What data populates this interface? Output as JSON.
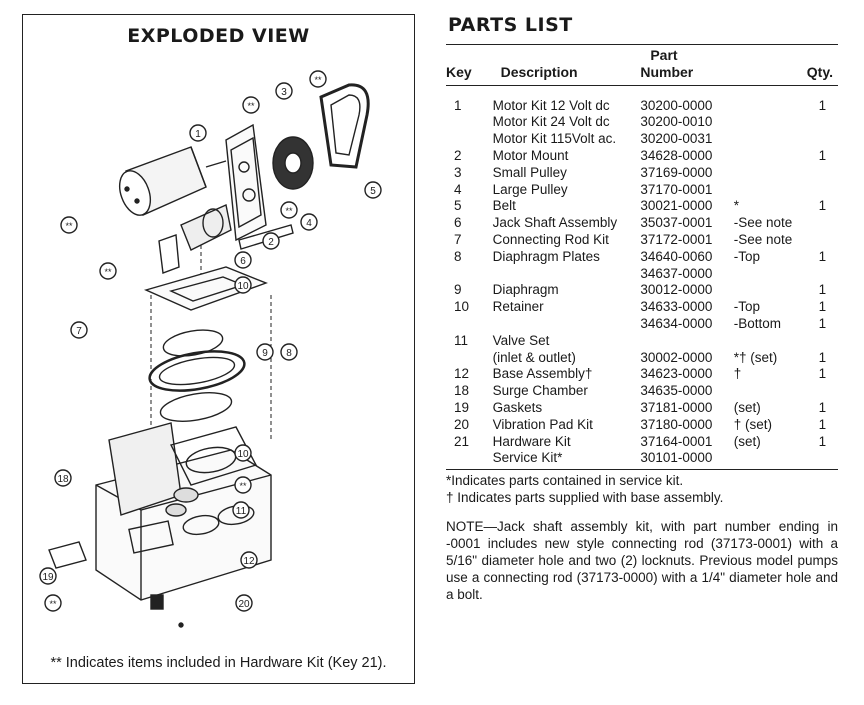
{
  "exploded": {
    "title": "EXPLODED VIEW",
    "footnote": "** Indicates items included in Hardware Kit (Key 21).",
    "callouts": [
      "1",
      "2",
      "3",
      "4",
      "5",
      "6",
      "7",
      "8",
      "9",
      "10",
      "10",
      "11",
      "12",
      "18",
      "19",
      "20"
    ],
    "double_star": "**"
  },
  "parts": {
    "title": "PARTS LIST",
    "headers": {
      "key": "Key",
      "description": "Description",
      "part_top": "Part",
      "part_bottom": "Number",
      "qty": "Qty."
    },
    "rows": [
      {
        "key": "1",
        "desc": "Motor Kit 12 Volt dc",
        "num": "30200-0000",
        "note": "",
        "qty": "1"
      },
      {
        "key": "",
        "desc": "Motor Kit 24 Volt dc",
        "num": "30200-0010",
        "note": "",
        "qty": ""
      },
      {
        "key": "",
        "desc": "Motor Kit 115Volt ac.",
        "num": "30200-0031",
        "note": "",
        "qty": ""
      },
      {
        "key": "2",
        "desc": "Motor Mount",
        "num": "34628-0000",
        "note": "",
        "qty": "1"
      },
      {
        "key": "3",
        "desc": "Small Pulley",
        "num": "37169-0000",
        "note": "",
        "qty": ""
      },
      {
        "key": "4",
        "desc": "Large Pulley",
        "num": "37170-0001",
        "note": "",
        "qty": ""
      },
      {
        "key": "5",
        "desc": "Belt",
        "num": "30021-0000",
        "note": "*",
        "qty": "1"
      },
      {
        "key": "6",
        "desc": "Jack Shaft Assembly",
        "num": "35037-0001",
        "note": "-See note",
        "qty": ""
      },
      {
        "key": "7",
        "desc": "Connecting Rod Kit",
        "num": "37172-0001",
        "note": "-See note",
        "qty": ""
      },
      {
        "key": "8",
        "desc": "Diaphragm Plates",
        "num": "34640-0060",
        "note": "-Top",
        "qty": "1"
      },
      {
        "key": "",
        "desc": "",
        "num": "34637-0000",
        "note": "",
        "qty": ""
      },
      {
        "key": "9",
        "desc": "Diaphragm",
        "num": "30012-0000",
        "note": "",
        "qty": "1"
      },
      {
        "key": "10",
        "desc": "Retainer",
        "num": "34633-0000",
        "note": "-Top",
        "qty": "1"
      },
      {
        "key": "",
        "desc": "",
        "num": "34634-0000",
        "note": "-Bottom",
        "qty": "1"
      },
      {
        "key": "11",
        "desc": "Valve Set",
        "num": "",
        "note": "",
        "qty": ""
      },
      {
        "key": "",
        "desc": "(inlet & outlet)",
        "num": "30002-0000",
        "note": "*† (set)",
        "qty": "1"
      },
      {
        "key": "12",
        "desc": "Base Assembly†",
        "num": "34623-0000",
        "note": "†",
        "qty": "1"
      },
      {
        "key": "18",
        "desc": "Surge Chamber",
        "num": "34635-0000",
        "note": "",
        "qty": ""
      },
      {
        "key": "19",
        "desc": "Gaskets",
        "num": "37181-0000",
        "note": "(set)",
        "qty": "1"
      },
      {
        "key": "20",
        "desc": "Vibration Pad Kit",
        "num": "37180-0000",
        "note": "† (set)",
        "qty": "1"
      },
      {
        "key": "21",
        "desc": "Hardware Kit",
        "num": "37164-0001",
        "note": "(set)",
        "qty": "1"
      },
      {
        "key": "",
        "desc": "Service Kit*",
        "num": "30101-0000",
        "note": "",
        "qty": ""
      }
    ]
  },
  "notes": {
    "service": "*Indicates parts contained in service kit.",
    "base": "† Indicates parts supplied with base assembly.",
    "note": "NOTE—Jack shaft assembly kit, with part number ending in -0001 includes new style connecting rod (37173-0001) with a 5/16\" diameter hole and two (2) locknuts. Previous model pumps use a connecting rod (37173-0000) with a 1/4\" diameter hole and a bolt."
  }
}
